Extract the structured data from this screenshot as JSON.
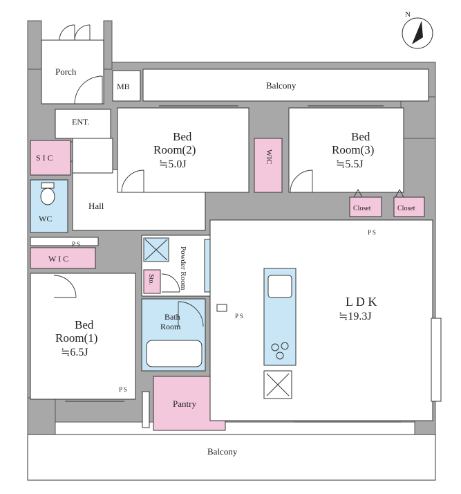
{
  "rooms": {
    "porch": "Porch",
    "mb": "MB",
    "balcony_top": "Balcony",
    "entrance": "ENT.",
    "bed2_name": "Bed",
    "bed2_name2": "Room(2)",
    "bed2_size": "≒5.0J",
    "bed3_name": "Bed",
    "bed3_name2": "Room(3)",
    "bed3_size": "≒5.5J",
    "wic_vertical": "WIC",
    "sic": "S I C",
    "wc": "WC",
    "hall": "Hall",
    "closet1": "Closet",
    "closet2": "Closet",
    "ps1": "P S",
    "ps2": "P S",
    "ps3": "P S",
    "ps4": "P S",
    "wic_lower": "W I C",
    "powder_room": "Powder Room",
    "sto": "Sto.",
    "bath": "Bath",
    "bath2": "Room",
    "ldk": "L D K",
    "ldk_size": "≒19.3J",
    "bed1_name": "Bed",
    "bed1_name2": "Room(1)",
    "bed1_size": "≒6.5J",
    "pantry": "Pantry",
    "balcony_bottom": "Balcony"
  },
  "compass": {
    "north": "N"
  },
  "colors": {
    "wall": "#a8a8a8",
    "storage": "#f4c8dc",
    "wet_area": "#c8e6f5"
  }
}
